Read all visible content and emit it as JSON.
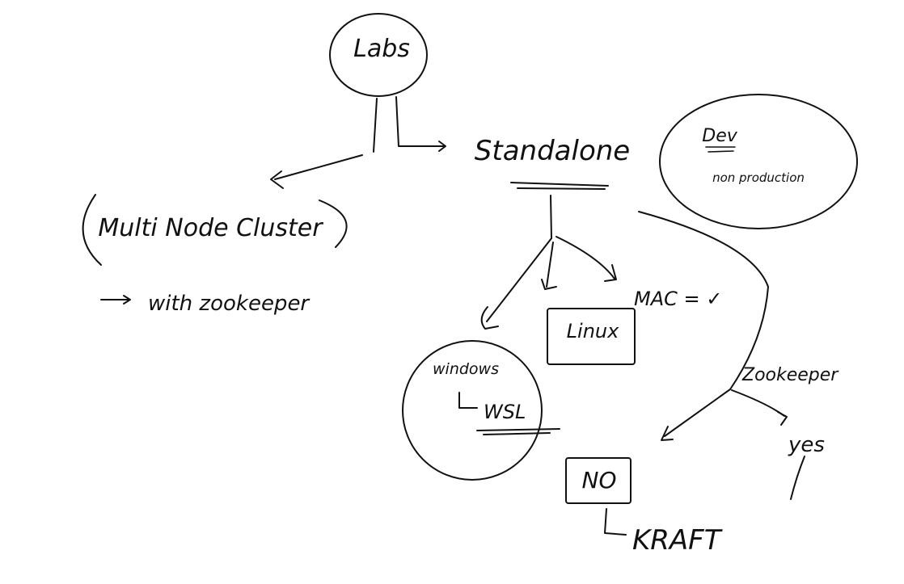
{
  "nodes": {
    "labs": "Labs",
    "standalone": "Standalone",
    "dev": "Dev",
    "non_production": "non production",
    "multi_node_cluster": "Multi Node Cluster",
    "with_zookeeper": "with zookeeper",
    "mac": "MAC = ✓",
    "linux": "Linux",
    "windows": "windows",
    "wsl": "WSL",
    "zookeeper": "Zookeeper",
    "yes": "yes",
    "no": "NO",
    "kraft": "KRAFT"
  }
}
